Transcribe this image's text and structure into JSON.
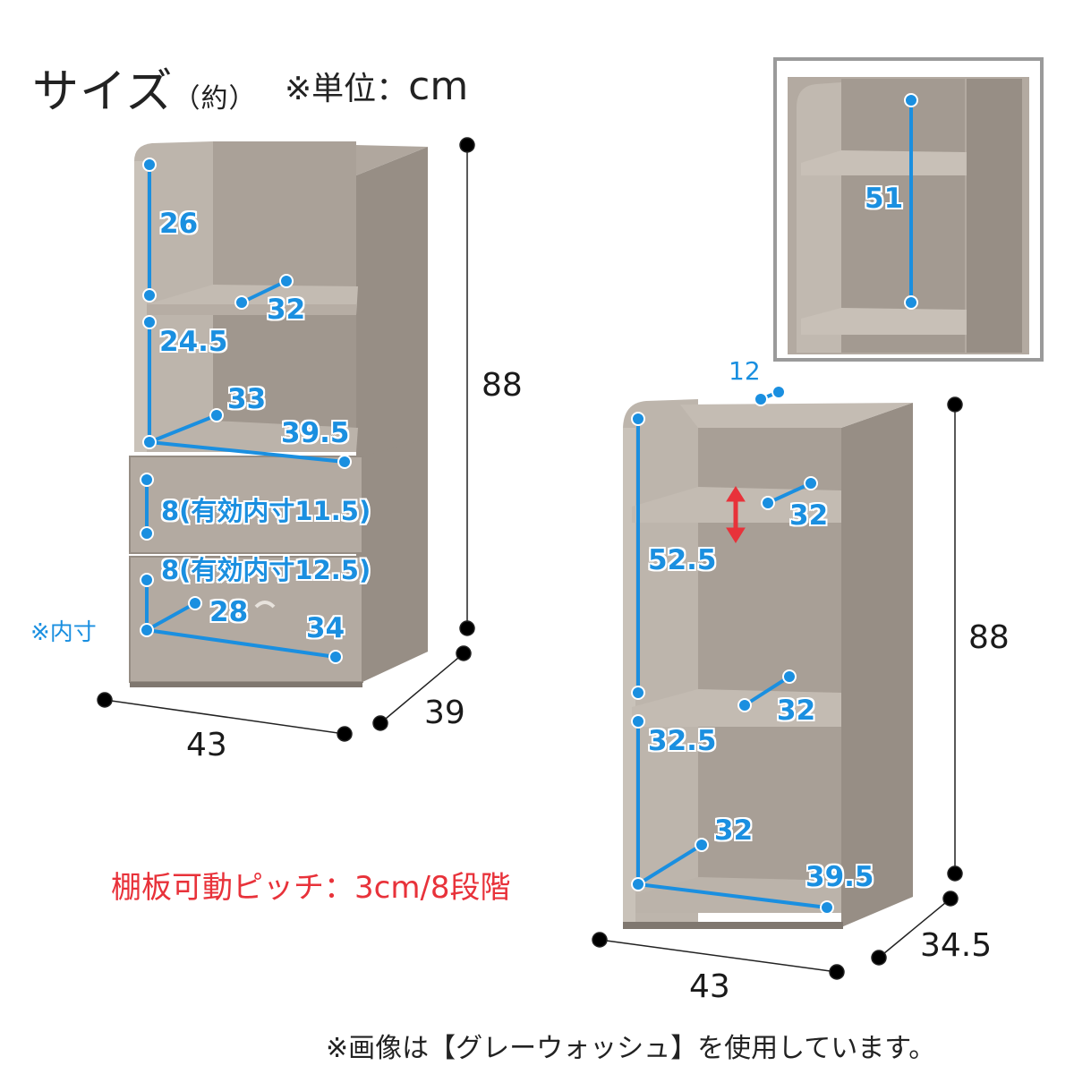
{
  "header": {
    "title": "サイズ",
    "title_paren": "（約）",
    "unit_label": "※単位：",
    "unit_value": "cm"
  },
  "left_unit": {
    "height": "88",
    "width": "43",
    "depth": "39",
    "top_section_height": "26",
    "top_shelf_depth": "32",
    "middle_height": "24.5",
    "middle_depth": "33",
    "middle_width": "39.5",
    "drawer_upper": "8(有効内寸11.5)",
    "drawer_lower": "8(有効内寸12.5)",
    "drawer_depth": "28",
    "drawer_width": "34",
    "inner_note": "※内寸"
  },
  "inset": {
    "height": "51"
  },
  "right_unit": {
    "top_depth": "12",
    "upper_shelf_depth": "32",
    "upper_height": "52.5",
    "middle_shelf_depth": "32",
    "lower_height": "32.5",
    "bottom_depth": "32",
    "bottom_width": "39.5",
    "height": "88",
    "width": "43",
    "depth": "34.5"
  },
  "pitch_note": "棚板可動ピッチ：3cm/8段階",
  "footer_note": "※画像は【グレーウォッシュ】を使用しています。",
  "colors": {
    "wood": "#a9a097",
    "wood_dark": "#8f867d",
    "wood_light": "#c4bcb3",
    "accent_blue": "#1a8fe0",
    "accent_red": "#e8323a"
  }
}
